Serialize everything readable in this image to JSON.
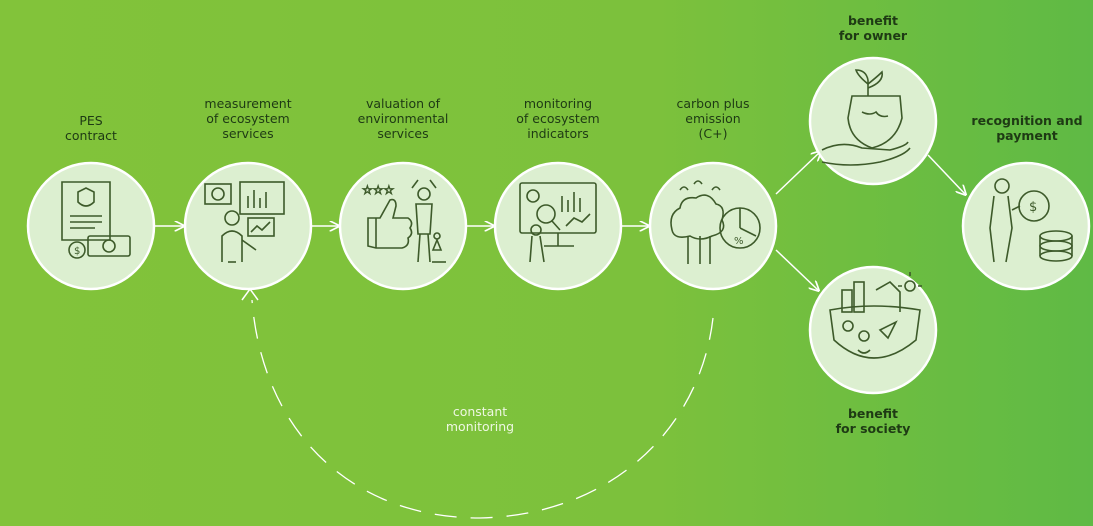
{
  "steps": [
    {
      "label": "PES\ncontract",
      "icon": "contract-document-icon"
    },
    {
      "label": "measurement\nof ecosystem\nservices",
      "icon": "analyst-dashboard-icon"
    },
    {
      "label": "valuation of\nenvironmental\nservices",
      "icon": "thumbs-up-rating-icon"
    },
    {
      "label": "monitoring\nof ecosystem\nindicators",
      "icon": "monitor-magnifier-icon"
    },
    {
      "label": "carbon plus\nemission\n(C+)",
      "icon": "forest-percent-icon"
    }
  ],
  "branches": {
    "owner": {
      "label": "benefit\nfor owner",
      "icon": "hand-holding-globe-icon"
    },
    "society": {
      "label": "benefit\nfor society",
      "icon": "city-nature-globe-icon"
    }
  },
  "final": {
    "label": "recognition and\npayment",
    "icon": "person-with-coins-icon"
  },
  "loop": {
    "label": "constant\nmonitoring"
  },
  "colors": {
    "circle_fill": "#dcefd0",
    "circle_stroke": "#ffffff",
    "icon_stroke": "#3d5a2a",
    "arrow": "#ffffff",
    "text_dark": "#1e3a14"
  }
}
